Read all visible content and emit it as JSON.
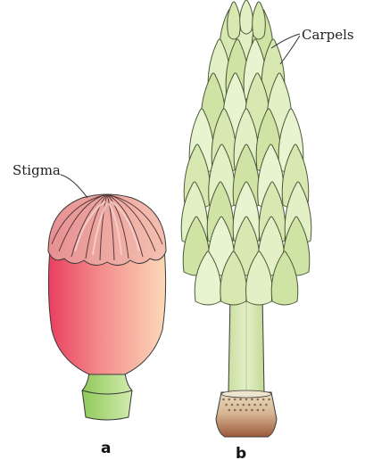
{
  "figure": {
    "labels": {
      "stigma": "Stigma",
      "carpels": "Carpels"
    },
    "captions": {
      "a": "a",
      "b": "b"
    }
  }
}
